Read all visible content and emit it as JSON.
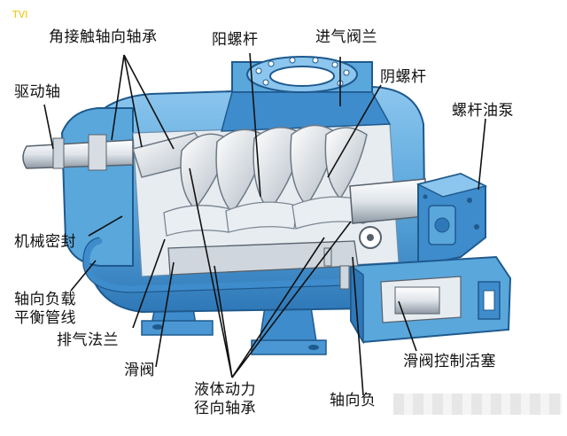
{
  "watermark": "TVI",
  "labels": {
    "angular_contact_bearing": "角接触轴向轴承",
    "drive_shaft": "驱动轴",
    "male_rotor": "阳螺杆",
    "inlet_flange": "进气阀兰",
    "female_rotor": "阴螺杆",
    "screw_oil_pump": "螺杆油泵",
    "mechanical_seal": "机械密封",
    "axial_load_balance_line": "轴向负载\n平衡管线",
    "discharge_flange": "排气法兰",
    "slide_valve": "滑阀",
    "hydrodynamic_radial_bearing": "液体动力\n径向轴承",
    "axial_load_partial": "轴向负",
    "slide_valve_piston": "滑阀控制活塞"
  },
  "colors": {
    "casing_blue": "#5aa7dc",
    "casing_dark": "#2f78b8",
    "casing_light": "#9fd0f2",
    "rotor_white": "#f2f4f6",
    "rotor_shadow": "#b9c3cc",
    "leader": "#111111"
  }
}
